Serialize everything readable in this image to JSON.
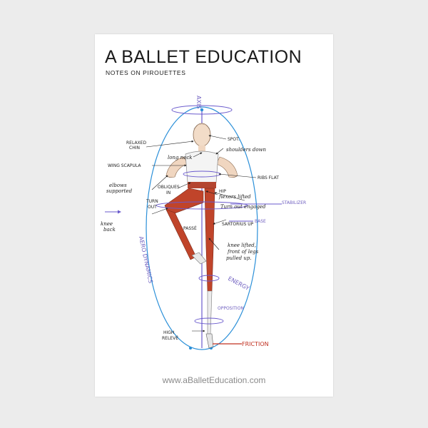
{
  "header": {
    "title": "A BALLET EDUCATION",
    "subtitle": "NOTES ON PIROUETTES"
  },
  "footer": {
    "url": "www.aBalletEducation.com"
  },
  "labels": {
    "axis": "AXIS",
    "relaxed": "RELAXED",
    "chin": "CHIN",
    "spot": "SPOT.",
    "long_neck": "long neck",
    "shoulders_down": "shoulders down",
    "wing_scapula": "WING SCAPULA",
    "ribs_flat": "RIBS FLAT",
    "elbows": "elbows",
    "supported": "supported",
    "obliques": "OBLIQUES",
    "in": "IN",
    "hip": "HIP",
    "flexors_lifted": "flexors lifted",
    "turn_out_engaged": "Turn out engaged",
    "stabilizer": "STABILIZER",
    "turn": "TURN",
    "out": "OUT",
    "base": "BASE",
    "knee": "knee",
    "back": "back",
    "passe": "PASSÉ",
    "sartorius_up": "SARTORIUS UP",
    "knee_lifted": "knee lifted,",
    "front_of_legs": "front of legs",
    "pulled_up": "pulled up.",
    "aerodynamics": "AERO DYNAMICS",
    "energy": "ENERGY",
    "opposition": "OPPOSITION",
    "high": "HIGH",
    "releve": "RELEVÉ",
    "friction": "FRICTION"
  },
  "colors": {
    "axis_purple": "#6a5acd",
    "aero_blue": "#2a8fd8",
    "muscle_red": "#c0442a",
    "friction_red": "#c03020",
    "ink": "#1e1e1e"
  }
}
